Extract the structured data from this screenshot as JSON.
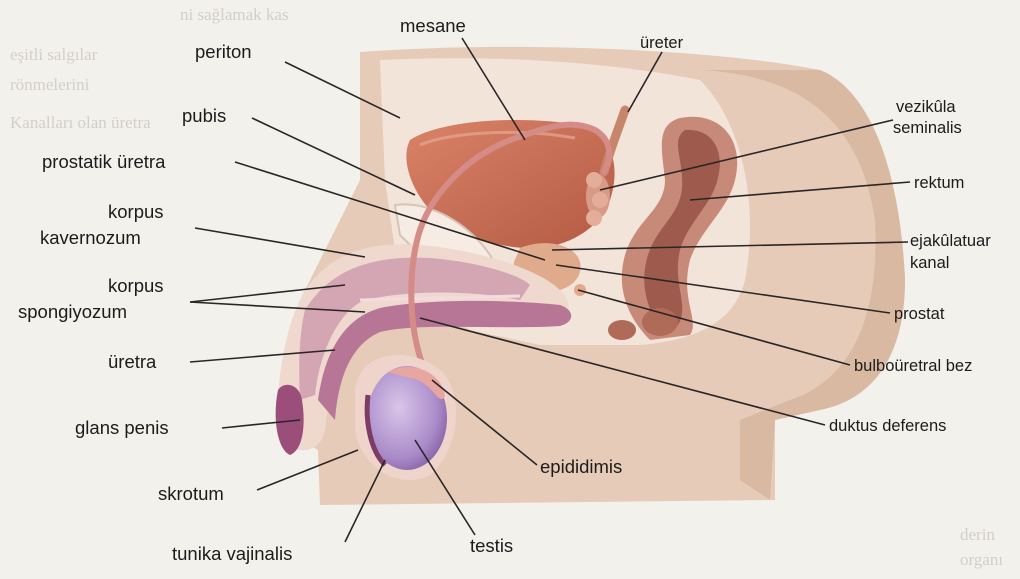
{
  "diagram": {
    "labels": {
      "mesane": "mesane",
      "ureter": "üreter",
      "periton": "periton",
      "pubis": "pubis",
      "prostatik_uretra": "prostatik üretra",
      "korpus_kavernozum_1": "korpus",
      "korpus_kavernozum_2": "kavernozum",
      "korpus_spongiyozum_1": "korpus",
      "korpus_spongiyozum_2": "spongiyozum",
      "uretra": "üretra",
      "glans_penis": "glans penis",
      "skrotum": "skrotum",
      "tunika_vajinalis": "tunika vajinalis",
      "testis": "testis",
      "epididimis": "epididimis",
      "vezikula_seminalis_1": "vezikûla",
      "vezikula_seminalis_2": "seminalis",
      "rektum": "rektum",
      "ejakulatuar_kanal_1": "ejakûlatuar",
      "ejakulatuar_kanal_2": "kanal",
      "prostat": "prostat",
      "bulbouretral_bez": "bulboüretral bez",
      "duktus_deferens": "duktus deferens"
    },
    "background_text": {
      "line1": "ni sağlamak kas",
      "line2": "eşitli salgılar",
      "line3": "rönmelerini",
      "line4": "Kanalları olan üretra",
      "line5": "derin",
      "line6": "organı"
    }
  }
}
